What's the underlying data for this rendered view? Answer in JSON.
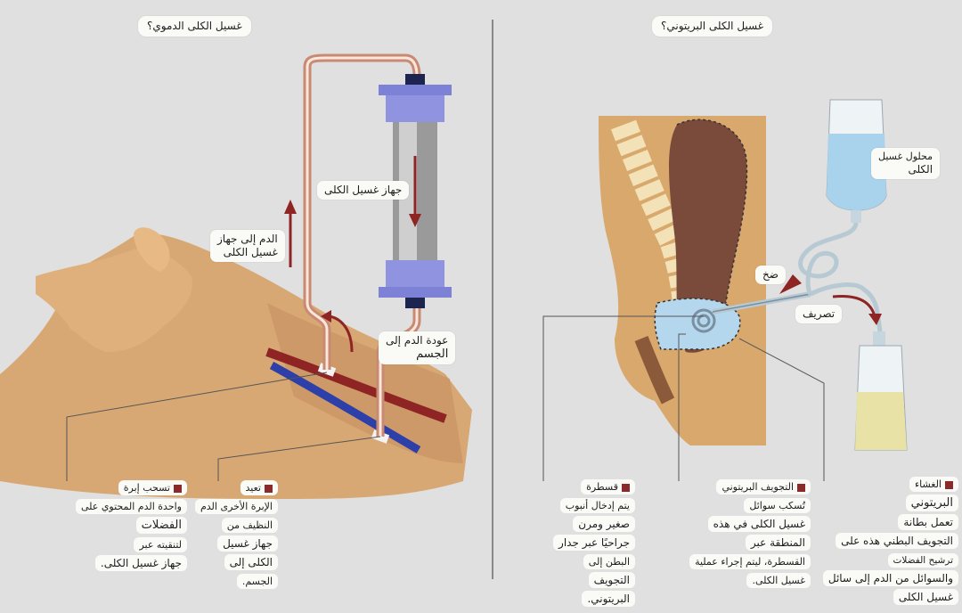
{
  "left": {
    "title": "غسيل الكلى الدموي؟",
    "dialyzer_label": "جهاز غسيل الكلى",
    "blood_to_machine": [
      "الدم إلى جهاز",
      "غسيل الكلى"
    ],
    "blood_return": [
      "عودة الدم إلى",
      "الجسم"
    ],
    "note_draw": {
      "heading": "تسحب إبرة",
      "lines": [
        "واحدة الدم المحتوي على",
        "الفضلات",
        "لتنقيته عبر",
        "جهاز غسيل الكلى."
      ]
    },
    "note_return": {
      "heading": "تعيد",
      "lines": [
        "الإبرة الأخرى الدم",
        "النظيف من",
        "جهاز غسيل",
        "الكلى إلى",
        "الجسم."
      ]
    }
  },
  "right": {
    "title": "غسيل الكلى البريتوني؟",
    "solution_label": [
      "محلول غسيل",
      "الكلى"
    ],
    "pump_label": "ضخ",
    "drain_label": "تصريف",
    "note_catheter": {
      "heading": "قسطرة",
      "lines": [
        "يتم إدخال أنبوب",
        "صغير ومرن",
        "جراحيًا عبر جدار",
        "البطن إلى",
        "التجويف",
        "البريتوني."
      ]
    },
    "note_cavity": {
      "heading": "التجويف البريتوني",
      "lines": [
        "تُسكب سوائل",
        "غسيل الكلى في هذه",
        "المنطقة عبر",
        "القسطرة، ليتم إجراء عملية",
        "غسيل الكلى."
      ]
    },
    "note_membrane": {
      "heading": "الغشاء",
      "lines": [
        "البريتوني",
        "تعمل بطانة",
        "التجويف البطني هذه على",
        "ترشيح الفضلات",
        "والسوائل من الدم إلى سائل",
        "غسيل الكلى"
      ]
    }
  },
  "colors": {
    "artery": "#8e2424",
    "vein": "#2d3fa8",
    "tube": "#c98a74",
    "dialyzer": "#7d82d6",
    "skin": "#dcae7a"
  }
}
